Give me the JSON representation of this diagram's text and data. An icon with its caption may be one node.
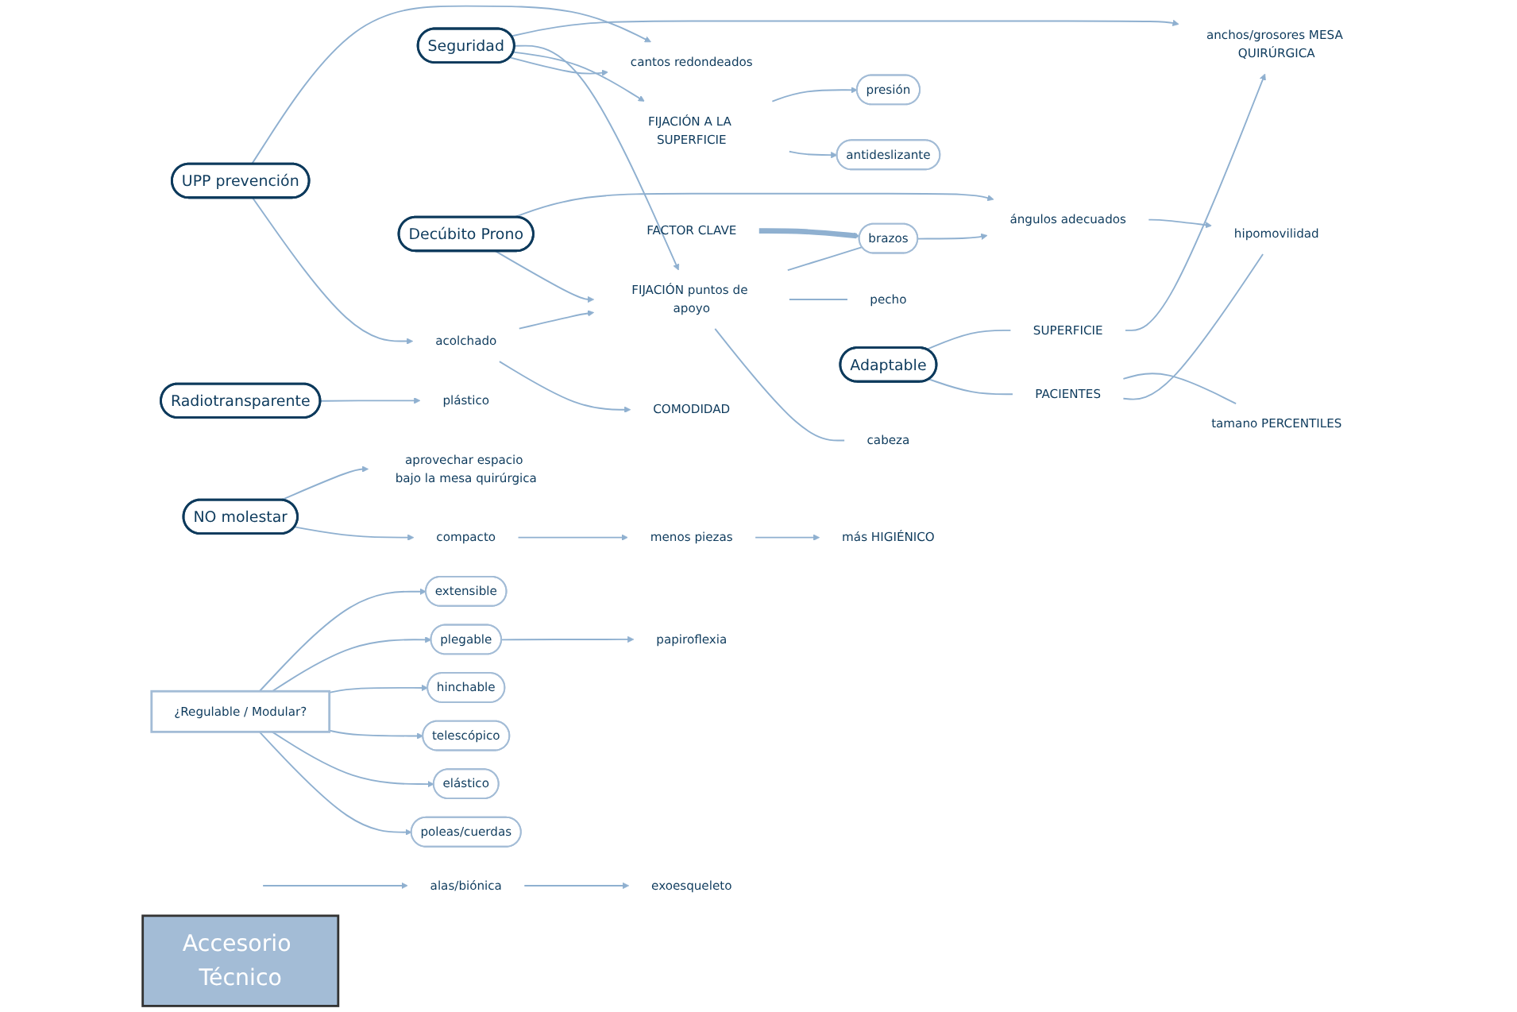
{
  "diagram": {
    "nodes": [
      {
        "text": [
          "Accesorio Técnico"
        ]
      },
      {
        "text": [
          "UPP prevención"
        ]
      },
      {
        "text": [
          "acolchado"
        ]
      },
      {
        "text": [
          "COMODIDAD"
        ]
      },
      {
        "text": [
          "cantos redondeados"
        ]
      },
      {
        "text": [
          "Seguridad"
        ]
      },
      {
        "text": [
          "antideslizante"
        ]
      },
      {
        "text": [
          "presión"
        ]
      },
      {
        "text": [
          "FIJACIÓN A LA SUPERFICIE"
        ]
      },
      {
        "text": [
          "FIJACIÓN puntos de apoyo"
        ]
      },
      {
        "text": [
          "cabeza"
        ]
      },
      {
        "text": [
          "pecho"
        ]
      },
      {
        "text": [
          "brazos"
        ]
      },
      {
        "text": [
          "FACTOR CLAVE"
        ]
      },
      {
        "text": [
          "Decúbito Prono"
        ]
      },
      {
        "text": [
          "ángulos adecuados"
        ]
      },
      {
        "text": [
          "hipomovilidad"
        ]
      },
      {
        "text": [
          "compacto"
        ]
      },
      {
        "text": [
          "menos piezas"
        ]
      },
      {
        "text": [
          "más HIGIÉNICO"
        ]
      },
      {
        "text": [
          "aprovechar espacio bajo la mesa quirúrgica"
        ]
      },
      {
        "text": [
          "NO molestar"
        ]
      },
      {
        "text": [
          "Radiotransparente"
        ]
      },
      {
        "text": [
          "plástico"
        ]
      },
      {
        "text": [
          "Adaptable"
        ]
      },
      {
        "text": [
          "PACIENTES"
        ]
      },
      {
        "text": [
          "SUPERFICIE"
        ]
      },
      {
        "text": [
          "tamano PERCENTILES"
        ]
      },
      {
        "text": [
          "anchos/grosores MESA QUIRÚRGICA"
        ]
      },
      {
        "text": [
          "¿Regulable / Modular?"
        ]
      },
      {
        "text": [
          "poleas/cuerdas"
        ]
      },
      {
        "text": [
          "elástico"
        ]
      },
      {
        "text": [
          "telescópico"
        ]
      },
      {
        "text": [
          "hinchable"
        ]
      },
      {
        "text": [
          "plegable"
        ]
      },
      {
        "text": [
          "papiroflexia"
        ]
      },
      {
        "text": [
          "extensible"
        ]
      },
      {
        "text": [
          "alas/biónica"
        ]
      },
      {
        "text": [
          "exoesqueleto"
        ]
      }
    ],
    "edges": [
      {
        "from": 1,
        "to": 2,
        "arrow": "to"
      },
      {
        "from": 2,
        "to": 3,
        "arrow": "to"
      },
      {
        "from": 2,
        "to": 9,
        "arrow": "to"
      },
      {
        "from": 1,
        "to": 4,
        "arrow": "to"
      },
      {
        "from": 5,
        "to": 4,
        "arrow": "to"
      },
      {
        "from": 5,
        "to": 8,
        "arrow": "to"
      },
      {
        "from": 8,
        "to": 6,
        "arrow": "to"
      },
      {
        "from": 8,
        "to": 7,
        "arrow": "to"
      },
      {
        "from": 5,
        "to": 9,
        "arrow": "to"
      },
      {
        "from": 5,
        "to": 28,
        "arrow": "to"
      },
      {
        "from": 9,
        "to": 10,
        "arrow": "none"
      },
      {
        "from": 9,
        "to": 11,
        "arrow": "none"
      },
      {
        "from": 9,
        "to": 12,
        "arrow": "none"
      },
      {
        "from": 13,
        "to": 12,
        "arrow": "to",
        "style": "thick"
      },
      {
        "from": 14,
        "to": 9,
        "arrow": "to"
      },
      {
        "from": 12,
        "to": 15,
        "arrow": "to"
      },
      {
        "from": 14,
        "to": 15,
        "arrow": "to"
      },
      {
        "from": 15,
        "to": 16,
        "arrow": "to"
      },
      {
        "from": 21,
        "to": 17,
        "arrow": "to"
      },
      {
        "from": 21,
        "to": 20,
        "arrow": "to"
      },
      {
        "from": 17,
        "to": 18,
        "arrow": "to"
      },
      {
        "from": 18,
        "to": 19,
        "arrow": "to"
      },
      {
        "from": 22,
        "to": 23,
        "arrow": "to"
      },
      {
        "from": 24,
        "to": 25,
        "arrow": "none"
      },
      {
        "from": 24,
        "to": 26,
        "arrow": "none"
      },
      {
        "from": 25,
        "to": 16,
        "arrow": "none"
      },
      {
        "from": 25,
        "to": 27,
        "arrow": "none"
      },
      {
        "from": 26,
        "to": 28,
        "arrow": "to"
      },
      {
        "from": 29,
        "to": 30,
        "arrow": "to"
      },
      {
        "from": 29,
        "to": 31,
        "arrow": "to"
      },
      {
        "from": 29,
        "to": 32,
        "arrow": "to"
      },
      {
        "from": 29,
        "to": 33,
        "arrow": "to"
      },
      {
        "from": 29,
        "to": 34,
        "arrow": "to"
      },
      {
        "from": 29,
        "to": 36,
        "arrow": "to"
      },
      {
        "from": 34,
        "to": 35,
        "arrow": "to"
      },
      {
        "from": null,
        "to": 37,
        "arrow": "to"
      },
      {
        "from": 37,
        "to": 38,
        "arrow": "to"
      }
    ]
  }
}
